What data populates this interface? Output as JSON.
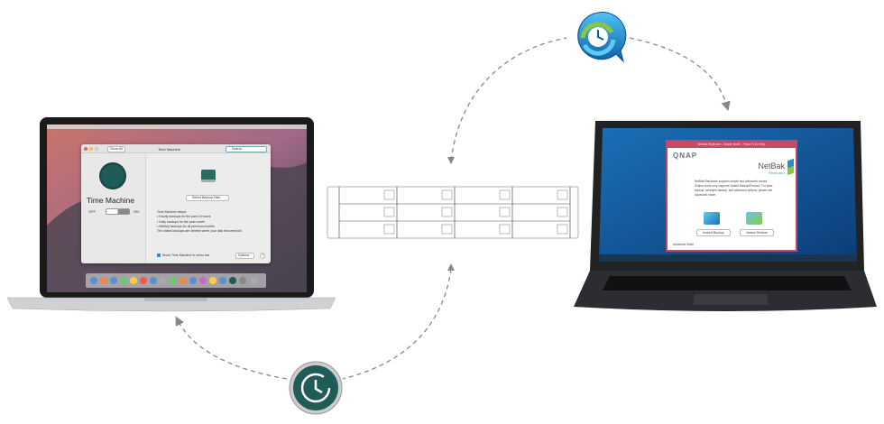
{
  "mac": {
    "window_title": "Time Machine",
    "show_all": "Show All",
    "search_placeholder": "Search",
    "app_name": "Time Machine",
    "toggle_off": "OFF",
    "toggle_on": "ON",
    "select_disk": "Select Backup Disk...",
    "keeps_heading": "Time Machine keeps:",
    "keeps": [
      "• Hourly backups for the past 24 hours",
      "• Daily backups for the past month",
      "• Weekly backups for all previous months"
    ],
    "oldest_note": "The oldest backups are deleted when your disk becomes full.",
    "show_in_menu": "Show Time Machine in menu bar",
    "options": "Options...",
    "help": "?"
  },
  "windows": {
    "window_title": "NetBak Replicator - Simple Mode - Press F1 for Help",
    "brand": "QNAP",
    "product": "NetBak",
    "product_sub": "Replicator",
    "description": "NetBak Replicator supports simple and advanced modes. Simple mode only supports Instant Backup/Restore. For auto-backup, schedule backup, and advanced options, please use Advanced mode.",
    "instant_backup": "Instant Backup",
    "instant_restore": "Instant Restore",
    "advanced_mode": "Advanced Mode"
  },
  "colors": {
    "tm_green": "#1f5c58",
    "qnap_blue": "#1e8fd0",
    "netbak_red": "#c94a63",
    "arrow": "#888888"
  }
}
